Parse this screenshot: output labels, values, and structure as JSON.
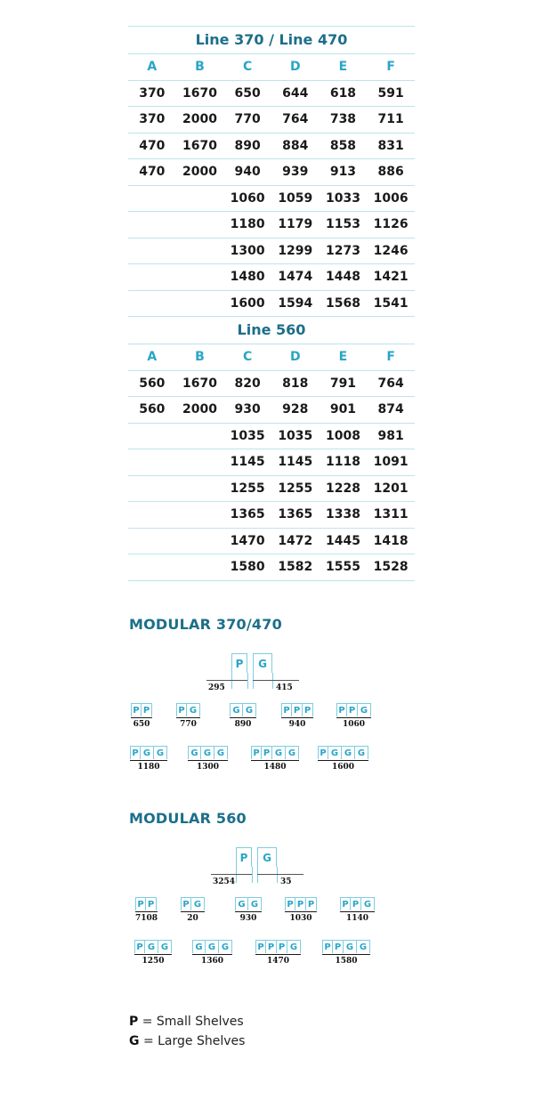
{
  "table1": {
    "title": "Line 370 / Line 470",
    "headers": [
      "A",
      "B",
      "C",
      "D",
      "E",
      "F"
    ],
    "rows": [
      [
        "370",
        "1670",
        "650",
        "644",
        "618",
        "591"
      ],
      [
        "370",
        "2000",
        "770",
        "764",
        "738",
        "711"
      ],
      [
        "470",
        "1670",
        "890",
        "884",
        "858",
        "831"
      ],
      [
        "470",
        "2000",
        "940",
        "939",
        "913",
        "886"
      ],
      [
        "",
        "",
        "1060",
        "1059",
        "1033",
        "1006"
      ],
      [
        "",
        "",
        "1180",
        "1179",
        "1153",
        "1126"
      ],
      [
        "",
        "",
        "1300",
        "1299",
        "1273",
        "1246"
      ],
      [
        "",
        "",
        "1480",
        "1474",
        "1448",
        "1421"
      ],
      [
        "",
        "",
        "1600",
        "1594",
        "1568",
        "1541"
      ]
    ]
  },
  "table2": {
    "title": "Line 560",
    "headers": [
      "A",
      "B",
      "C",
      "D",
      "E",
      "F"
    ],
    "rows": [
      [
        "560",
        "1670",
        "820",
        "818",
        "791",
        "764"
      ],
      [
        "560",
        "2000",
        "930",
        "928",
        "901",
        "874"
      ],
      [
        "",
        "",
        "1035",
        "1035",
        "1008",
        "981"
      ],
      [
        "",
        "",
        "1145",
        "1145",
        "1118",
        "1091"
      ],
      [
        "",
        "",
        "1255",
        "1255",
        "1228",
        "1201"
      ],
      [
        "",
        "",
        "1365",
        "1365",
        "1338",
        "1311"
      ],
      [
        "",
        "",
        "1470",
        "1472",
        "1445",
        "1418"
      ],
      [
        "",
        "",
        "1580",
        "1582",
        "1555",
        "1528"
      ]
    ]
  },
  "modular1": {
    "title": "MODULAR 370/470",
    "pair": {
      "left": "P",
      "right": "G",
      "left_label": "295",
      "right_label": "415"
    },
    "row1": [
      {
        "boxes": [
          "P",
          "P"
        ],
        "label": "650"
      },
      {
        "boxes": [
          "P",
          "G"
        ],
        "label": "770"
      },
      {
        "boxes": [
          "G",
          "G"
        ],
        "label": "890"
      },
      {
        "boxes": [
          "P",
          "P",
          "P"
        ],
        "label": "940"
      },
      {
        "boxes": [
          "P",
          "P",
          "G"
        ],
        "label": "1060"
      }
    ],
    "row2": [
      {
        "boxes": [
          "P",
          "G",
          "G"
        ],
        "label": "1180"
      },
      {
        "boxes": [
          "G",
          "G",
          "G"
        ],
        "label": "1300"
      },
      {
        "boxes": [
          "P",
          "P",
          "G",
          "G"
        ],
        "label": "1480"
      },
      {
        "boxes": [
          "P",
          "G",
          "G",
          "G"
        ],
        "label": "1600"
      }
    ]
  },
  "modular2": {
    "title": "MODULAR 560",
    "pair": {
      "left": "P",
      "right": "G",
      "left_label": "3254",
      "right_label": "35"
    },
    "row1": [
      {
        "boxes": [
          "P",
          "P"
        ],
        "label": "7108"
      },
      {
        "boxes": [
          "P",
          "G"
        ],
        "label": "20"
      },
      {
        "boxes": [
          "G",
          "G"
        ],
        "label": "930"
      },
      {
        "boxes": [
          "P",
          "P",
          "P"
        ],
        "label": "1030"
      },
      {
        "boxes": [
          "P",
          "P",
          "G"
        ],
        "label": "1140"
      }
    ],
    "row2": [
      {
        "boxes": [
          "P",
          "G",
          "G"
        ],
        "label": "1250"
      },
      {
        "boxes": [
          "G",
          "G",
          "G"
        ],
        "label": "1360"
      },
      {
        "boxes": [
          "P",
          "P",
          "P",
          "G"
        ],
        "label": "1470"
      },
      {
        "boxes": [
          "P",
          "P",
          "G",
          "G"
        ],
        "label": "1580"
      }
    ]
  },
  "legend": {
    "p_key": "P",
    "p_text": " = Small Shelves",
    "g_key": "G",
    "g_text": " = Large Shelves"
  },
  "colors": {
    "title": "#1c6f8a",
    "accent": "#2aa6c6",
    "rule": "#bfe3ea"
  }
}
